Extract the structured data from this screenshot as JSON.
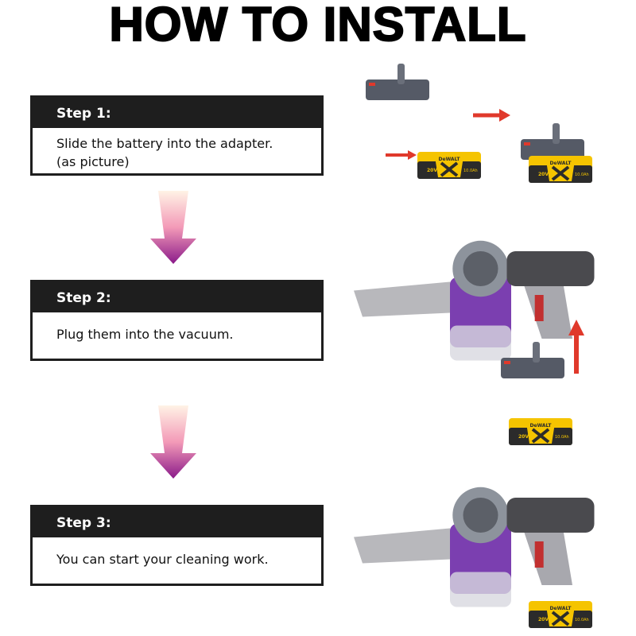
{
  "title": "HOW TO INSTALL",
  "steps": [
    {
      "label": "Step 1:",
      "text_line1": "Slide the battery into the adapter.",
      "text_line2": "(as picture)"
    },
    {
      "label": "Step 2:",
      "text_line1": "Plug them into the vacuum."
    },
    {
      "label": "Step 3:",
      "text_line1": "You can start your cleaning work."
    }
  ],
  "battery_logo": {
    "brand": "DeWALT",
    "voltage": "20V",
    "capacity": "10.0Ah"
  },
  "colors": {
    "header": "#1e1e1e",
    "arrow_red": "#e0392b",
    "vacuum_purple": "#7b3fb0",
    "battery_yellow": "#f5c400"
  }
}
